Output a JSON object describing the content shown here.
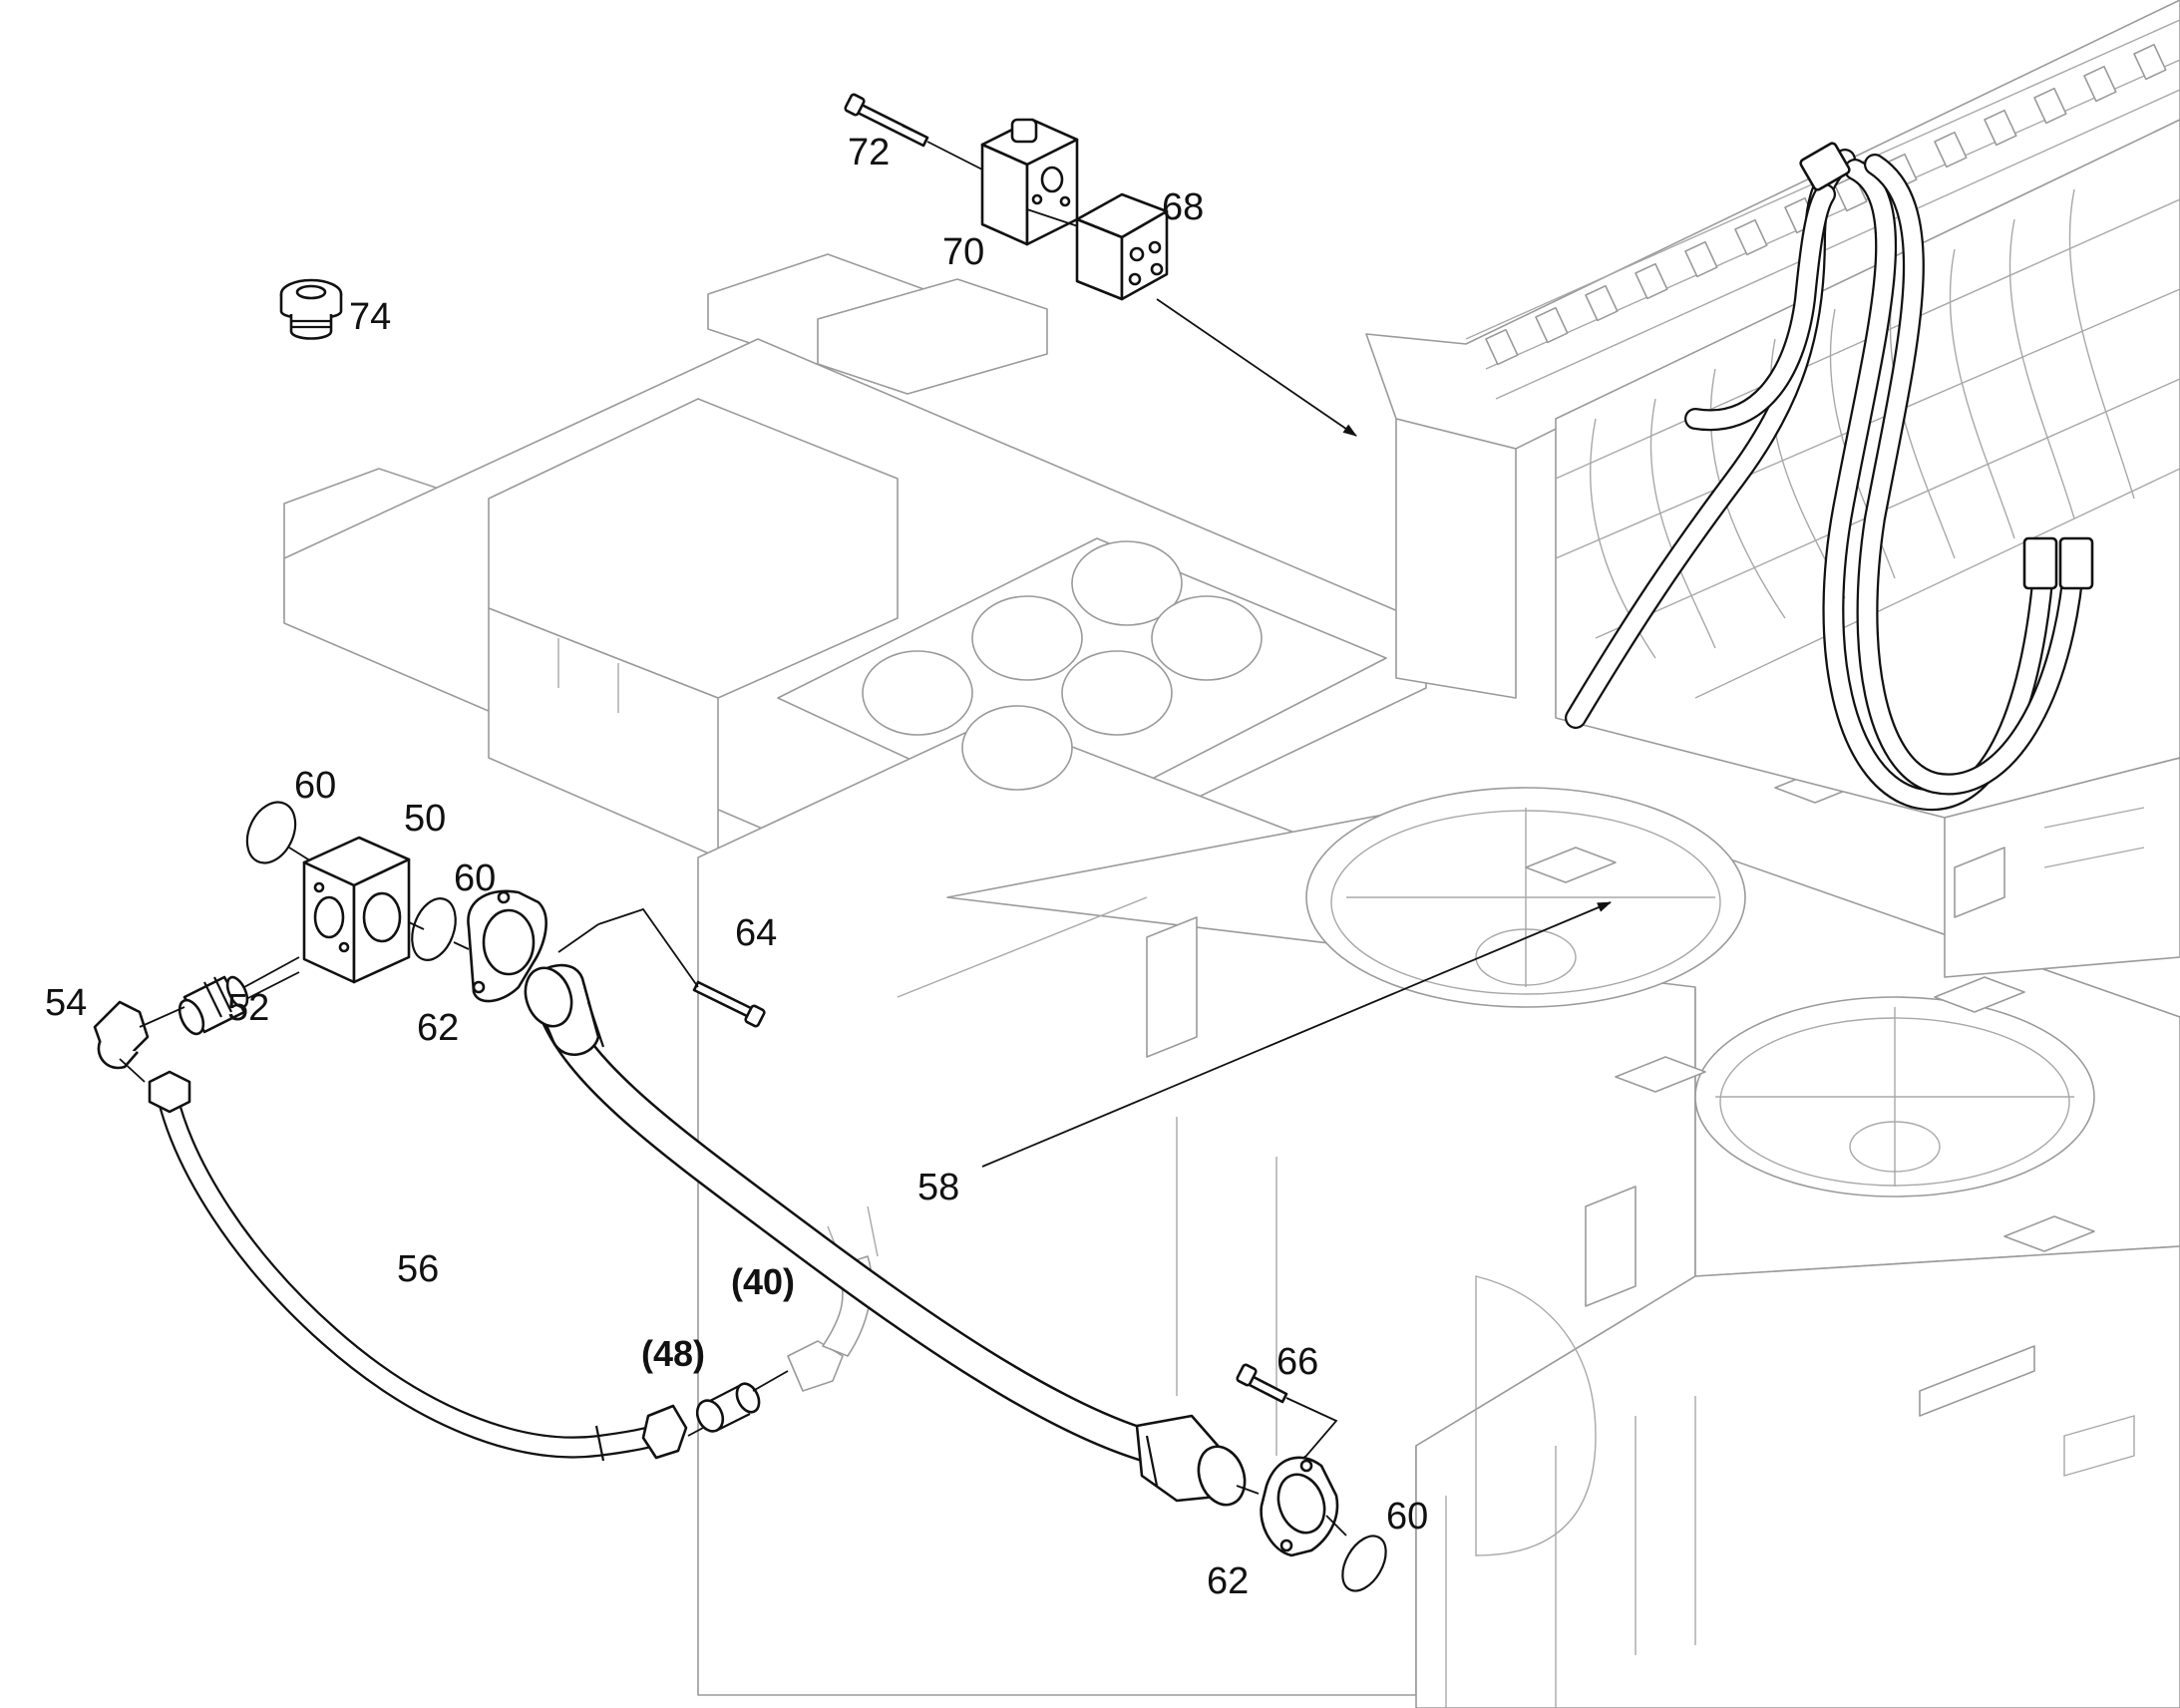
{
  "labels": {
    "l72": "72",
    "l70": "70",
    "l68": "68",
    "l74": "74",
    "l60a": "60",
    "l50": "50",
    "l60b": "60",
    "l64": "64",
    "l54": "54",
    "l52": "52",
    "l62a": "62",
    "l58": "58",
    "l56": "56",
    "l40": "(40)",
    "l48": "(48)",
    "l66": "66",
    "l60c": "60",
    "l62b": "62"
  }
}
